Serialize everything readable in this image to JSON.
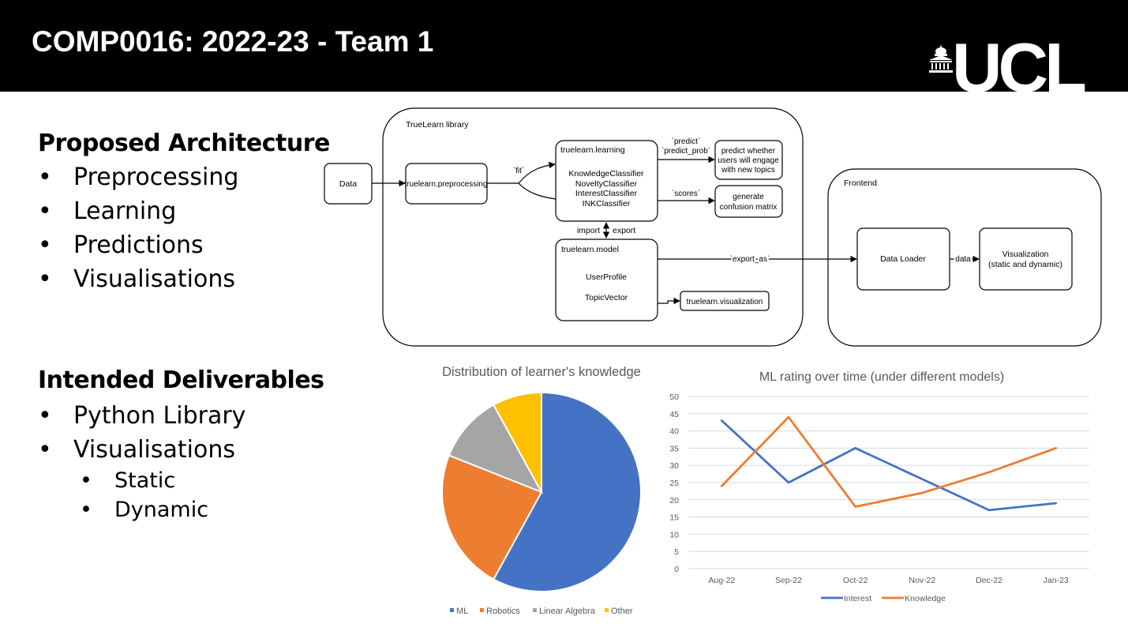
{
  "header": {
    "title": "COMP0016: 2022-23 - Team 1",
    "logo_text": "UCL"
  },
  "architecture": {
    "heading": "Proposed Architecture",
    "items": [
      "Preprocessing",
      "Learning",
      "Predictions",
      "Visualisations"
    ]
  },
  "deliverables": {
    "heading": "Intended Deliverables",
    "items": [
      "Python Library",
      "Visualisations"
    ],
    "subitems": [
      "Static",
      "Dynamic"
    ]
  },
  "bullet_char": "•",
  "diagram": {
    "library_label": "TrueLearn library",
    "frontend_label": "Frontend",
    "data_label": "Data",
    "preprocessing_label": "truelearn.preprocessing",
    "fit_label": "`fit`",
    "learning_title": "truelearn.learning",
    "learning_items": [
      "KnowledgeClassifier",
      "NoveltyClassifier",
      "InterestClassifier",
      "INKClassifier"
    ],
    "predict_label": "`predict`",
    "predict_prob_label": "`predict_prob`",
    "predict_box": [
      "predict whether",
      "users will engage",
      "with new topics"
    ],
    "scores_label": "`scores`",
    "confusion_box": [
      "generate",
      "confusion matrix"
    ],
    "import_label": "import",
    "export_label": "export",
    "model_title": "truelearn.model",
    "model_items": [
      "UserProfile",
      "TopicVector"
    ],
    "visualization_label": "truelearn.visualization",
    "export_as_label": "`export_as`",
    "data_loader_label": "Data Loader",
    "data_edge_label": "data",
    "visualization_box": [
      "Visualization",
      "(static and dynamic)"
    ]
  },
  "chart_data": [
    {
      "type": "pie",
      "title": "Distribution of learner's knowledge",
      "categories": [
        "ML",
        "Robotics",
        "Linear Algebra",
        "Other"
      ],
      "values": [
        58,
        23,
        11,
        8
      ],
      "colors": [
        "#4472C4",
        "#ED7D31",
        "#A5A5A5",
        "#FFC000"
      ],
      "legend": "bottom"
    },
    {
      "type": "line",
      "title": "ML rating over time (under different models)",
      "categories": [
        "Aug-22",
        "Sep-22",
        "Oct-22",
        "Nov-22",
        "Dec-22",
        "Jan-23"
      ],
      "series": [
        {
          "name": "Interest",
          "values": [
            43,
            25,
            35,
            26,
            17,
            19
          ],
          "color": "#4472C4"
        },
        {
          "name": "Knowledge",
          "values": [
            24,
            44,
            18,
            22,
            28,
            35
          ],
          "color": "#ED7D31"
        }
      ],
      "ylim": [
        0,
        50
      ],
      "yticks": [
        0,
        5,
        10,
        15,
        20,
        25,
        30,
        35,
        40,
        45,
        50
      ],
      "grid": true,
      "legend": "bottom"
    }
  ]
}
